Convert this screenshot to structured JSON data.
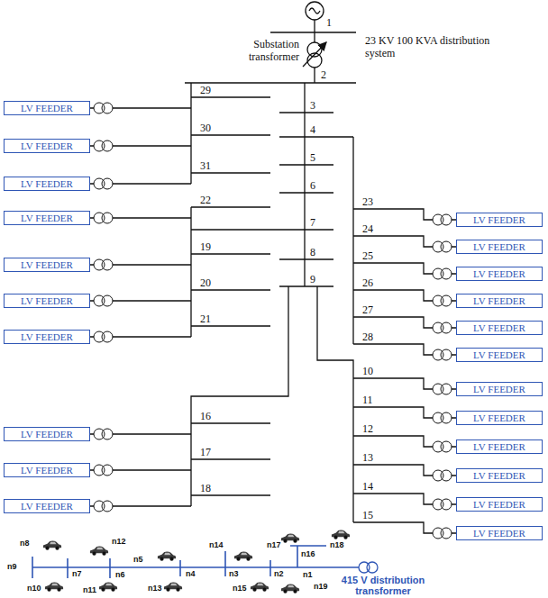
{
  "diagram": {
    "nodes": [
      {
        "text": [
          "LV FEEDER"
        ]
      },
      {
        "text": [
          "LV FEEDER"
        ]
      },
      {
        "text": [
          "LV FEEDER"
        ]
      },
      {
        "text": [
          "LV FEEDER"
        ]
      },
      {
        "text": [
          "LV FEEDER"
        ]
      },
      {
        "text": [
          "LV FEEDER"
        ]
      },
      {
        "text": [
          "LV FEEDER"
        ]
      },
      {
        "text": [
          "LV FEEDER"
        ]
      },
      {
        "text": [
          "LV FEEDER"
        ]
      },
      {
        "text": [
          "LV FEEDER"
        ]
      },
      {
        "text": [
          "LV FEEDER"
        ]
      },
      {
        "text": [
          "LV FEEDER"
        ]
      },
      {
        "text": [
          "LV FEEDER"
        ]
      },
      {
        "text": [
          "LV FEEDER"
        ]
      },
      {
        "text": [
          "LV FEEDER"
        ]
      },
      {
        "text": [
          "LV FEEDER"
        ]
      },
      {
        "text": [
          "LV FEEDER"
        ]
      },
      {
        "text": [
          "LV FEEDER"
        ]
      },
      {
        "text": [
          "LV FEEDER"
        ]
      },
      {
        "text": [
          "LV FEEDER"
        ]
      },
      {
        "text": [
          "LV FEEDER"
        ]
      },
      {
        "text": [
          "LV FEEDER"
        ]
      }
    ],
    "labels": [
      "1",
      "Substation transformer",
      "2",
      "23 KV 100 KVA distribution system",
      "3",
      "29",
      "4",
      "30",
      "5",
      "31",
      "6",
      "22",
      "7",
      "19",
      "8",
      "20",
      "9",
      "21",
      "23",
      "24",
      "25",
      "26",
      "27",
      "28",
      "10",
      "11",
      "12",
      "13",
      "14",
      "15",
      "16",
      "17",
      "18",
      "n8",
      "n12",
      "n9",
      "n7",
      "n10",
      "n6",
      "n11",
      "n5",
      "n14",
      "n4",
      "n13",
      "n3",
      "n2",
      "n15",
      "n17",
      "n16",
      "n18",
      "n1",
      "n19",
      "415 V distribution transformer"
    ]
  }
}
